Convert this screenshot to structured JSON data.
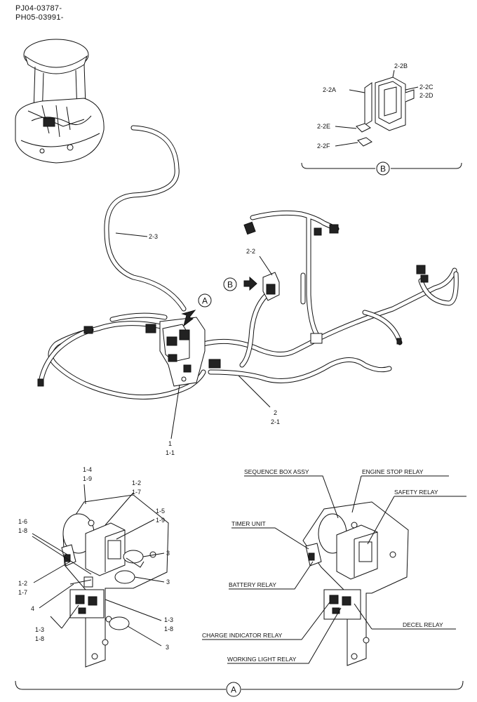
{
  "header": {
    "code_1": "PJ04-03787-",
    "code_2": "PH05-03991-"
  },
  "detail_b": {
    "circle": "B",
    "labels": {
      "p2_2a": "2-2A",
      "p2_2b": "2-2B",
      "p2_2c": "2-2C",
      "p2_2d": "2-2D",
      "p2_2e": "2-2E",
      "p2_2f": "2-2F"
    }
  },
  "main_view": {
    "circle_a": "A",
    "circle_b": "B",
    "labels": {
      "p2_3": "2-3",
      "p2_2": "2-2",
      "p2": "2",
      "p2_1": "2-1",
      "p1": "1",
      "p1_1": "1-1"
    }
  },
  "detail_a_left": {
    "labels": {
      "p1_4": "1-4",
      "p1_9a": "1-9",
      "p1_2a": "1-2",
      "p1_7a": "1-7",
      "p1_5": "1-5",
      "p1_9b": "1-9",
      "p1_6": "1-6",
      "p1_8a": "1-8",
      "p3a": "3",
      "p3b": "3",
      "p1_2b": "1-2",
      "p1_7b": "1-7",
      "p4": "4",
      "p1_3a": "1-3",
      "p1_8b": "1-8",
      "p1_3b": "1-3",
      "p1_8c": "1-8",
      "p3c": "3"
    }
  },
  "detail_a_right": {
    "captions": {
      "sequence_box": "SEQUENCE BOX ASSY",
      "engine_stop": "ENGINE STOP RELAY",
      "safety": "SAFETY RELAY",
      "timer": "TIMER UNIT",
      "battery": "BATTERY RELAY",
      "charge": "CHARGE INDICATOR RELAY",
      "decel": "DECEL RELAY",
      "working_light": "WORKING LIGHT RELAY"
    }
  },
  "footer": {
    "circle": "A"
  }
}
